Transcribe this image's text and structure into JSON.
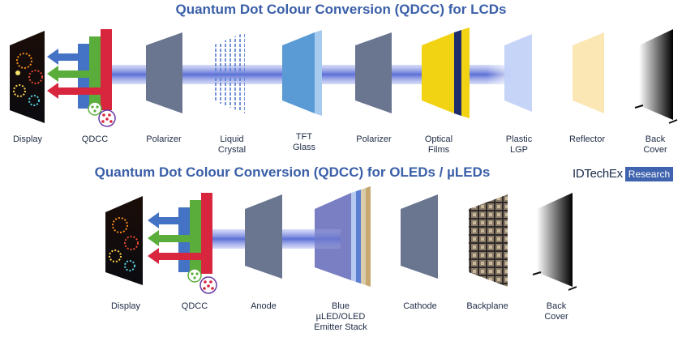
{
  "lcd": {
    "title": "Quantum Dot Colour Conversion (QDCC) for LCDs",
    "labels": {
      "display": "Display",
      "qdcc": "QDCC",
      "polarizer1": "Polarizer",
      "liquid_crystal": "Liquid\nCrystal",
      "tft_glass": "TFT\nGlass",
      "polarizer2": "Polarizer",
      "optical_films": "Optical\nFilms",
      "plastic_lgp": "Plastic\nLGP",
      "reflector": "Reflector",
      "back_cover": "Back\nCover"
    }
  },
  "oled": {
    "title": "Quantum Dot Colour Conversion (QDCC) for OLEDs / µLEDs",
    "labels": {
      "display": "Display",
      "qdcc": "QDCC",
      "anode": "Anode",
      "emitter_stack": "Blue\nµLED/OLED\nEmitter Stack",
      "cathode": "Cathode",
      "backplane": "Backplane",
      "back_cover": "Back\nCover"
    }
  },
  "brand": {
    "name": "IDTechEx",
    "tag": "Research"
  },
  "colors": {
    "title": "#3a5fa8",
    "blue_arrow": "#4472c4",
    "green_arrow": "#5aad3a",
    "red_arrow": "#d8263f",
    "polarizer": "#6a7590",
    "tft_glass": "#5b9bd5",
    "optical_film": "#f2d313",
    "reflector": "#fae7b4",
    "emitter": "#7a7fc4",
    "light_beam": "#5c6fd6"
  }
}
